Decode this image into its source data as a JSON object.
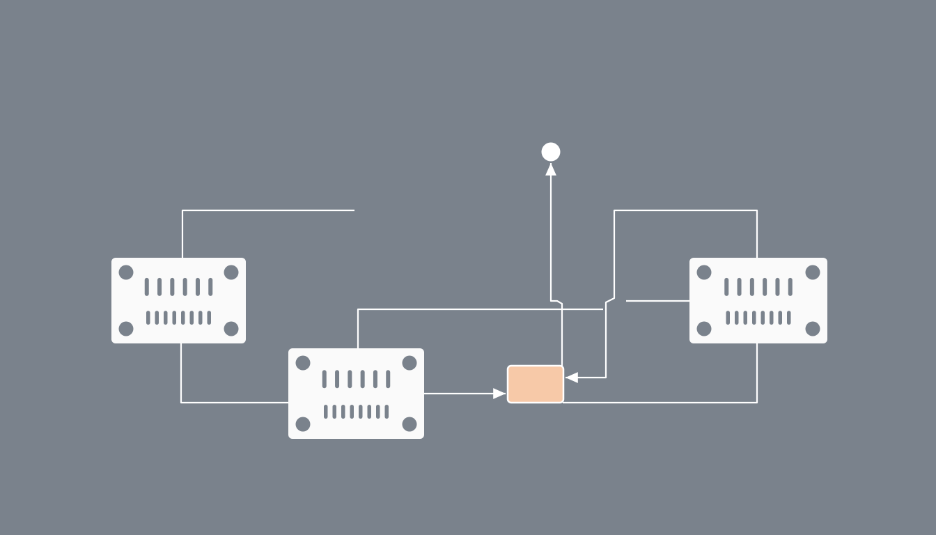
{
  "background_color": "#7a828c",
  "line_color": "#ffffff",
  "module_color": "#fafafa",
  "module_detail_color": "#7a828c",
  "highlight_color": "#f7c9a8",
  "highlight_border_color": "#ffffff",
  "nodes": [
    {
      "id": "module-left",
      "kind": "module",
      "icon": "chip-module-icon"
    },
    {
      "id": "module-center",
      "kind": "module",
      "icon": "chip-module-icon"
    },
    {
      "id": "module-right",
      "kind": "module",
      "icon": "chip-module-icon"
    },
    {
      "id": "highlight-block",
      "kind": "block",
      "icon": "rectangle-icon"
    },
    {
      "id": "endpoint",
      "kind": "terminal",
      "icon": "circle-terminal-icon"
    }
  ],
  "edges": [
    {
      "from": "module-center",
      "to": "highlight-block",
      "arrow": true
    },
    {
      "from": "module-right",
      "to": "highlight-block",
      "arrow": true
    },
    {
      "from": "highlight-block",
      "to": "endpoint",
      "arrow": true
    },
    {
      "from": "module-left",
      "to": "module-center",
      "arrow": false
    },
    {
      "from": "module-right",
      "to": "highlight-block",
      "arrow": false
    }
  ]
}
